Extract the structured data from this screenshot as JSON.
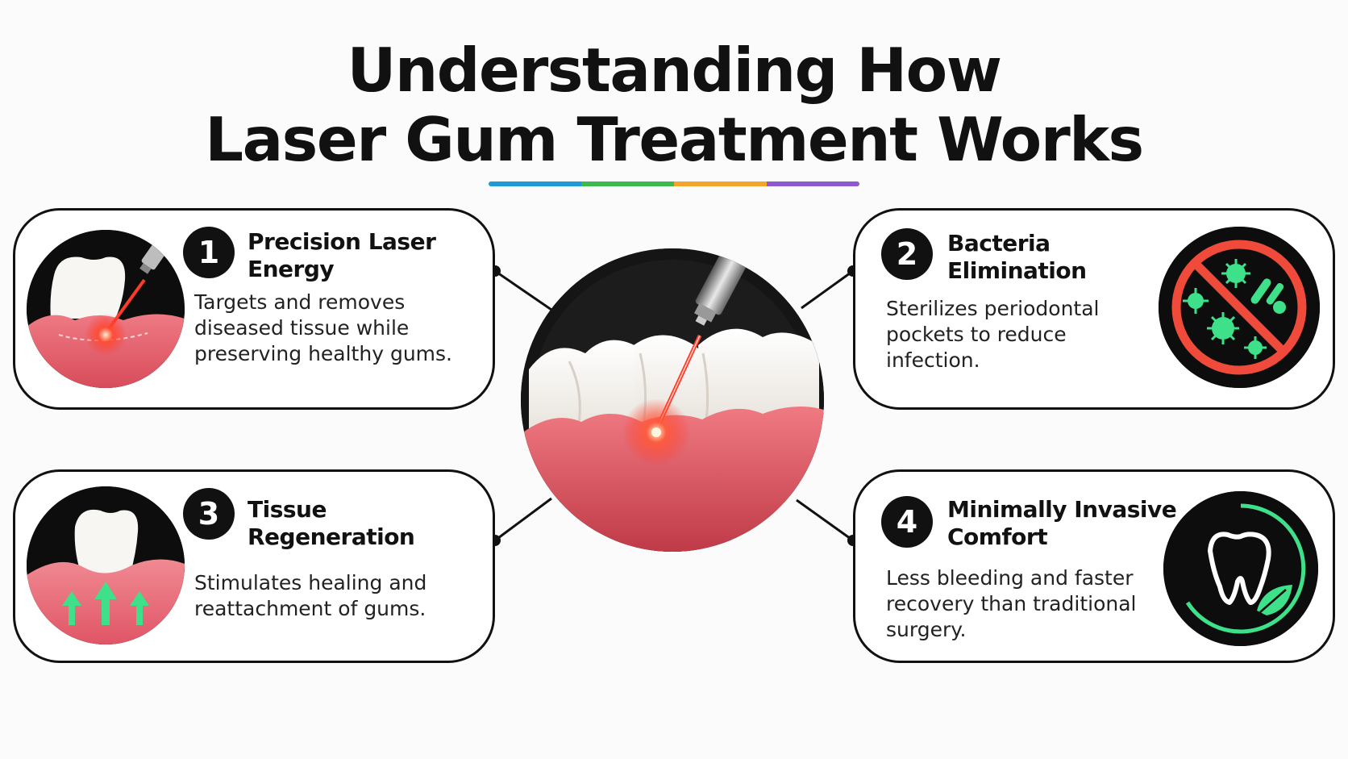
{
  "title": {
    "line1": "Understanding How",
    "line2": "Laser Gum Treatment Works"
  },
  "underline_colors": [
    "#1e9ad6",
    "#3cba4e",
    "#f4a62a",
    "#8e5ad0"
  ],
  "colors": {
    "laser": "#ff3a2a",
    "gum": "#e35a68",
    "accent_green": "#3ee08a",
    "prohibition_red": "#f04a3a"
  },
  "steps": [
    {
      "number": "1",
      "title_line1": "Precision Laser",
      "title_line2": "Energy",
      "desc_line1": "Targets and removes",
      "desc_line2": "diseased tissue while",
      "desc_line3": "preserving healthy gums.",
      "icon": "laser-on-tooth-icon"
    },
    {
      "number": "2",
      "title_line1": "Bacteria",
      "title_line2": "Elimination",
      "desc_line1": "Sterilizes periodontal",
      "desc_line2": "pockets to reduce",
      "desc_line3": "infection.",
      "icon": "no-bacteria-icon"
    },
    {
      "number": "3",
      "title_line1": "Tissue",
      "title_line2": "Regeneration",
      "desc_line1": "Stimulates healing and",
      "desc_line2": "reattachment of gums.",
      "desc_line3": "",
      "icon": "gum-regrowth-icon"
    },
    {
      "number": "4",
      "title_line1": "Minimally Invasive",
      "title_line2": "Comfort",
      "desc_line1": "Less bleeding and faster",
      "desc_line2": "recovery than traditional",
      "desc_line3": "surgery.",
      "icon": "tooth-leaf-icon"
    }
  ]
}
